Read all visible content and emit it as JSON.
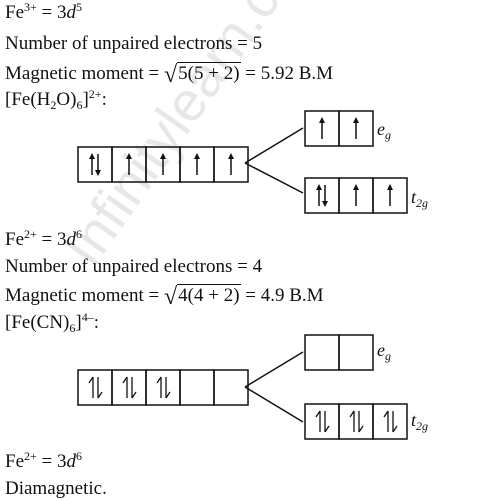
{
  "fe3": {
    "ion": "Fe",
    "charge": "3+",
    "eq": " = 3",
    "orb": "d",
    "exp": "5"
  },
  "unpaired1": "Number of unpaired electrons = 5",
  "mag1": {
    "label": "Magnetic moment = ",
    "radicand": "5(5 + 2)",
    "result": " = 5.92 B.M"
  },
  "complex1": {
    "open": "[Fe(H",
    "sub1": "2",
    "mid": "O)",
    "sub2": "6",
    "close": "]",
    "charge": "2+",
    "colon": ":"
  },
  "fe2a": {
    "ion": "Fe",
    "charge": "2+",
    "eq": " = 3",
    "orb": "d",
    "exp": "6"
  },
  "unpaired2": "Number of unpaired electrons = 4",
  "mag2": {
    "label": "Magnetic moment = ",
    "radicand": "4(4 + 2)",
    "result": " = 4.9 B.M"
  },
  "complex2": {
    "open": "[Fe(CN)",
    "sub": "6",
    "close": "]",
    "charge": "4–",
    "colon": ":"
  },
  "fe2b": {
    "ion": "Fe",
    "charge": "2+",
    "eq": " = 3",
    "orb": "d",
    "exp": "6"
  },
  "diamagnetic": "Diamagnetic.",
  "labels": {
    "eg_main": "e",
    "eg_sub": "g",
    "t2g_main": "t",
    "t2g_sub": "2g"
  },
  "diagram1": {
    "free_ion": [
      "up-down",
      "up",
      "up",
      "up",
      "up"
    ],
    "eg": [
      "up",
      "up"
    ],
    "t2g": [
      "up-down",
      "up",
      "up"
    ]
  },
  "diagram2": {
    "free_ion": [
      "paired",
      "paired",
      "paired",
      "empty",
      "empty"
    ],
    "eg": [
      "empty",
      "empty"
    ],
    "t2g": [
      "paired",
      "paired",
      "paired"
    ]
  },
  "watermark": "Infinitylearn.com"
}
